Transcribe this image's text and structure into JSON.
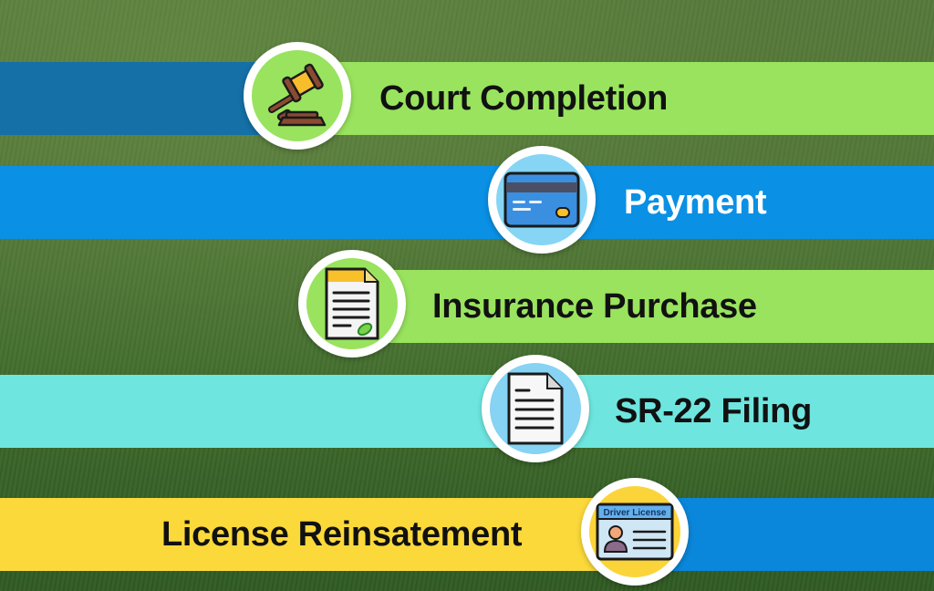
{
  "steps": [
    {
      "label": "Court Completion",
      "icon": "gavel-icon",
      "band_left_color": "#1470a6",
      "band_right_color": "#99e35e",
      "circle_fill": "#99e35e",
      "text_color": "#111111"
    },
    {
      "label": "Payment",
      "icon": "credit-card-icon",
      "band_color": "#0a90e4",
      "circle_fill": "#86d5f5",
      "text_color": "#ffffff"
    },
    {
      "label": "Insurance Purchase",
      "icon": "insurance-document-icon",
      "band_color": "#99e35e",
      "circle_fill": "#99e35e",
      "text_color": "#111111"
    },
    {
      "label": "SR-22 Filing",
      "icon": "document-icon",
      "band_color": "#6ee6df",
      "circle_fill": "#86d3f3",
      "text_color": "#111111"
    },
    {
      "label": "License Reinsatement",
      "icon": "driver-license-icon",
      "icon_text": "Driver License",
      "band_left_color": "#fbd93a",
      "band_right_color": "#0a86da",
      "circle_fill": "#fbd43a",
      "text_color": "#111111"
    }
  ]
}
